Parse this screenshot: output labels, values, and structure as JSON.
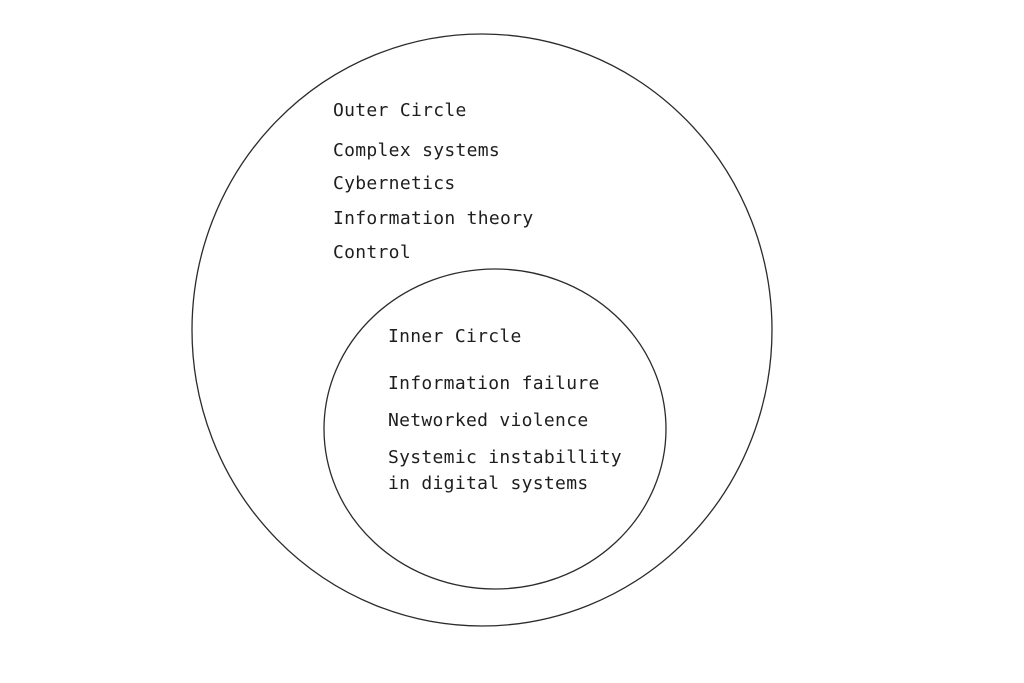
{
  "diagram": {
    "outer": {
      "title": "Outer Circle",
      "items": [
        "Complex systems",
        "Cybernetics",
        "Information theory",
        "Control"
      ]
    },
    "inner": {
      "title": "Inner Circle",
      "items": [
        "Information failure",
        "Networked violence",
        "Systemic instabillity\nin digital systems"
      ]
    },
    "colors": {
      "background": "#ffffff",
      "stroke": "#2b2b2b",
      "text": "#1e1e1e"
    }
  }
}
